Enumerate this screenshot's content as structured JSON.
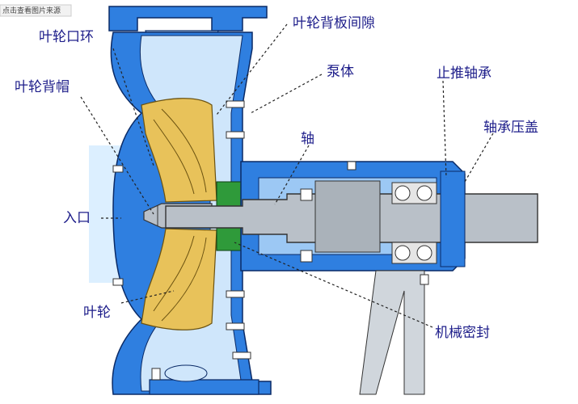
{
  "corner_hint": "点击查看图片来源",
  "labels": {
    "impeller_wear_ring": "叶轮口环",
    "impeller_cap": "叶轮背帽",
    "inlet": "入口",
    "impeller": "叶轮",
    "impeller_back_clearance": "叶轮背板间隙",
    "pump_body": "泵体",
    "shaft": "轴",
    "thrust_bearing": "止推轴承",
    "bearing_cover": "轴承压盖",
    "mechanical_seal": "机械密封"
  },
  "colors": {
    "casing": "#2f7fe0",
    "casing_light": "#cfe6fb",
    "impeller": "#e8c25a",
    "shaft": "#b9c0c8",
    "seal": "#2f9a3a",
    "leader": "#222222",
    "label": "#1d1d8a"
  }
}
